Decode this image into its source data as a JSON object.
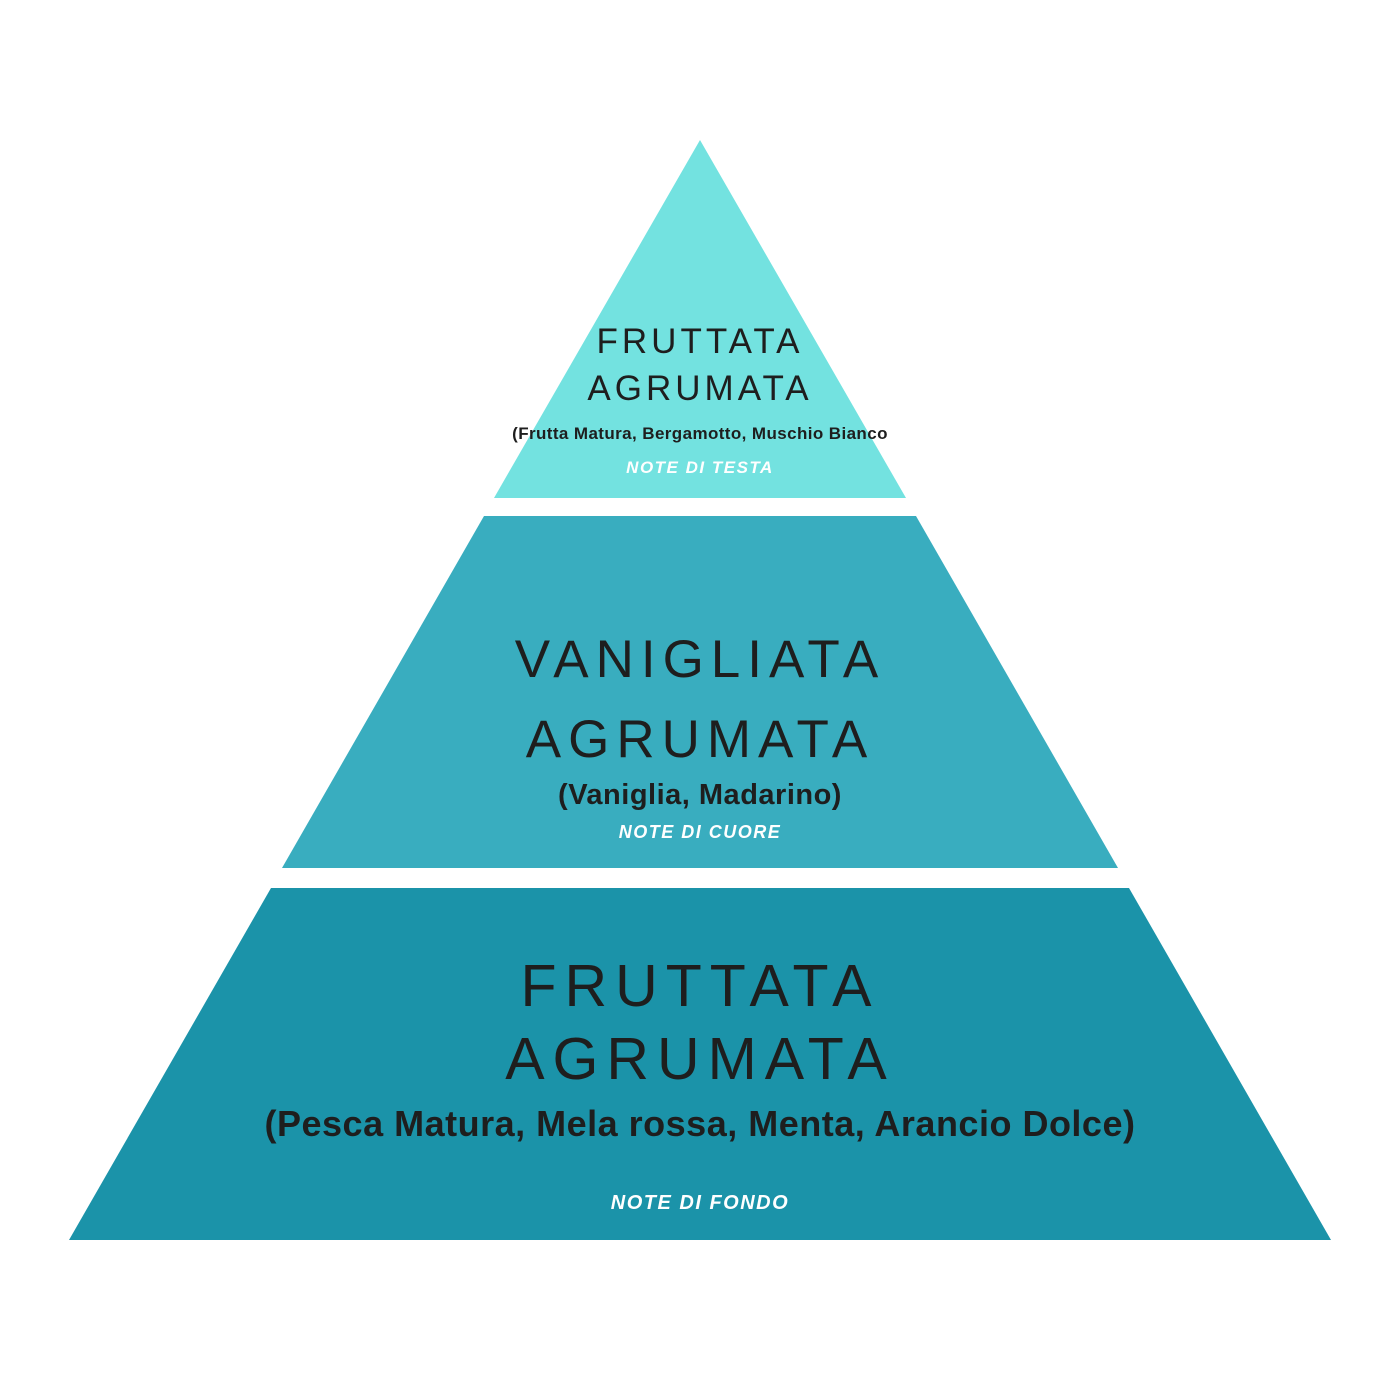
{
  "pyramid": {
    "background_color": "#FFFFFF",
    "title_text_color": "#1E1E1E",
    "note_text_color": "#FFFFFF",
    "tiers": [
      {
        "id": "top",
        "color": "#73E2E0",
        "title_lines": [
          "FRUTTATA",
          "AGRUMATA"
        ],
        "ingredients": "(Frutta Matura, Bergamotto, Muschio Bianco",
        "note_label": "NOTE DI TESTA"
      },
      {
        "id": "middle",
        "color": "#39ADBF",
        "title_lines": [
          "VANIGLIATA",
          "AGRUMATA"
        ],
        "ingredients": "(Vaniglia, Madarino)",
        "note_label": "NOTE DI CUORE"
      },
      {
        "id": "bottom",
        "color": "#1B93A9",
        "title_lines": [
          "FRUTTATA",
          "AGRUMATA"
        ],
        "ingredients": "(Pesca Matura, Mela rossa, Menta, Arancio Dolce)",
        "note_label": "NOTE DI FONDO"
      }
    ]
  }
}
